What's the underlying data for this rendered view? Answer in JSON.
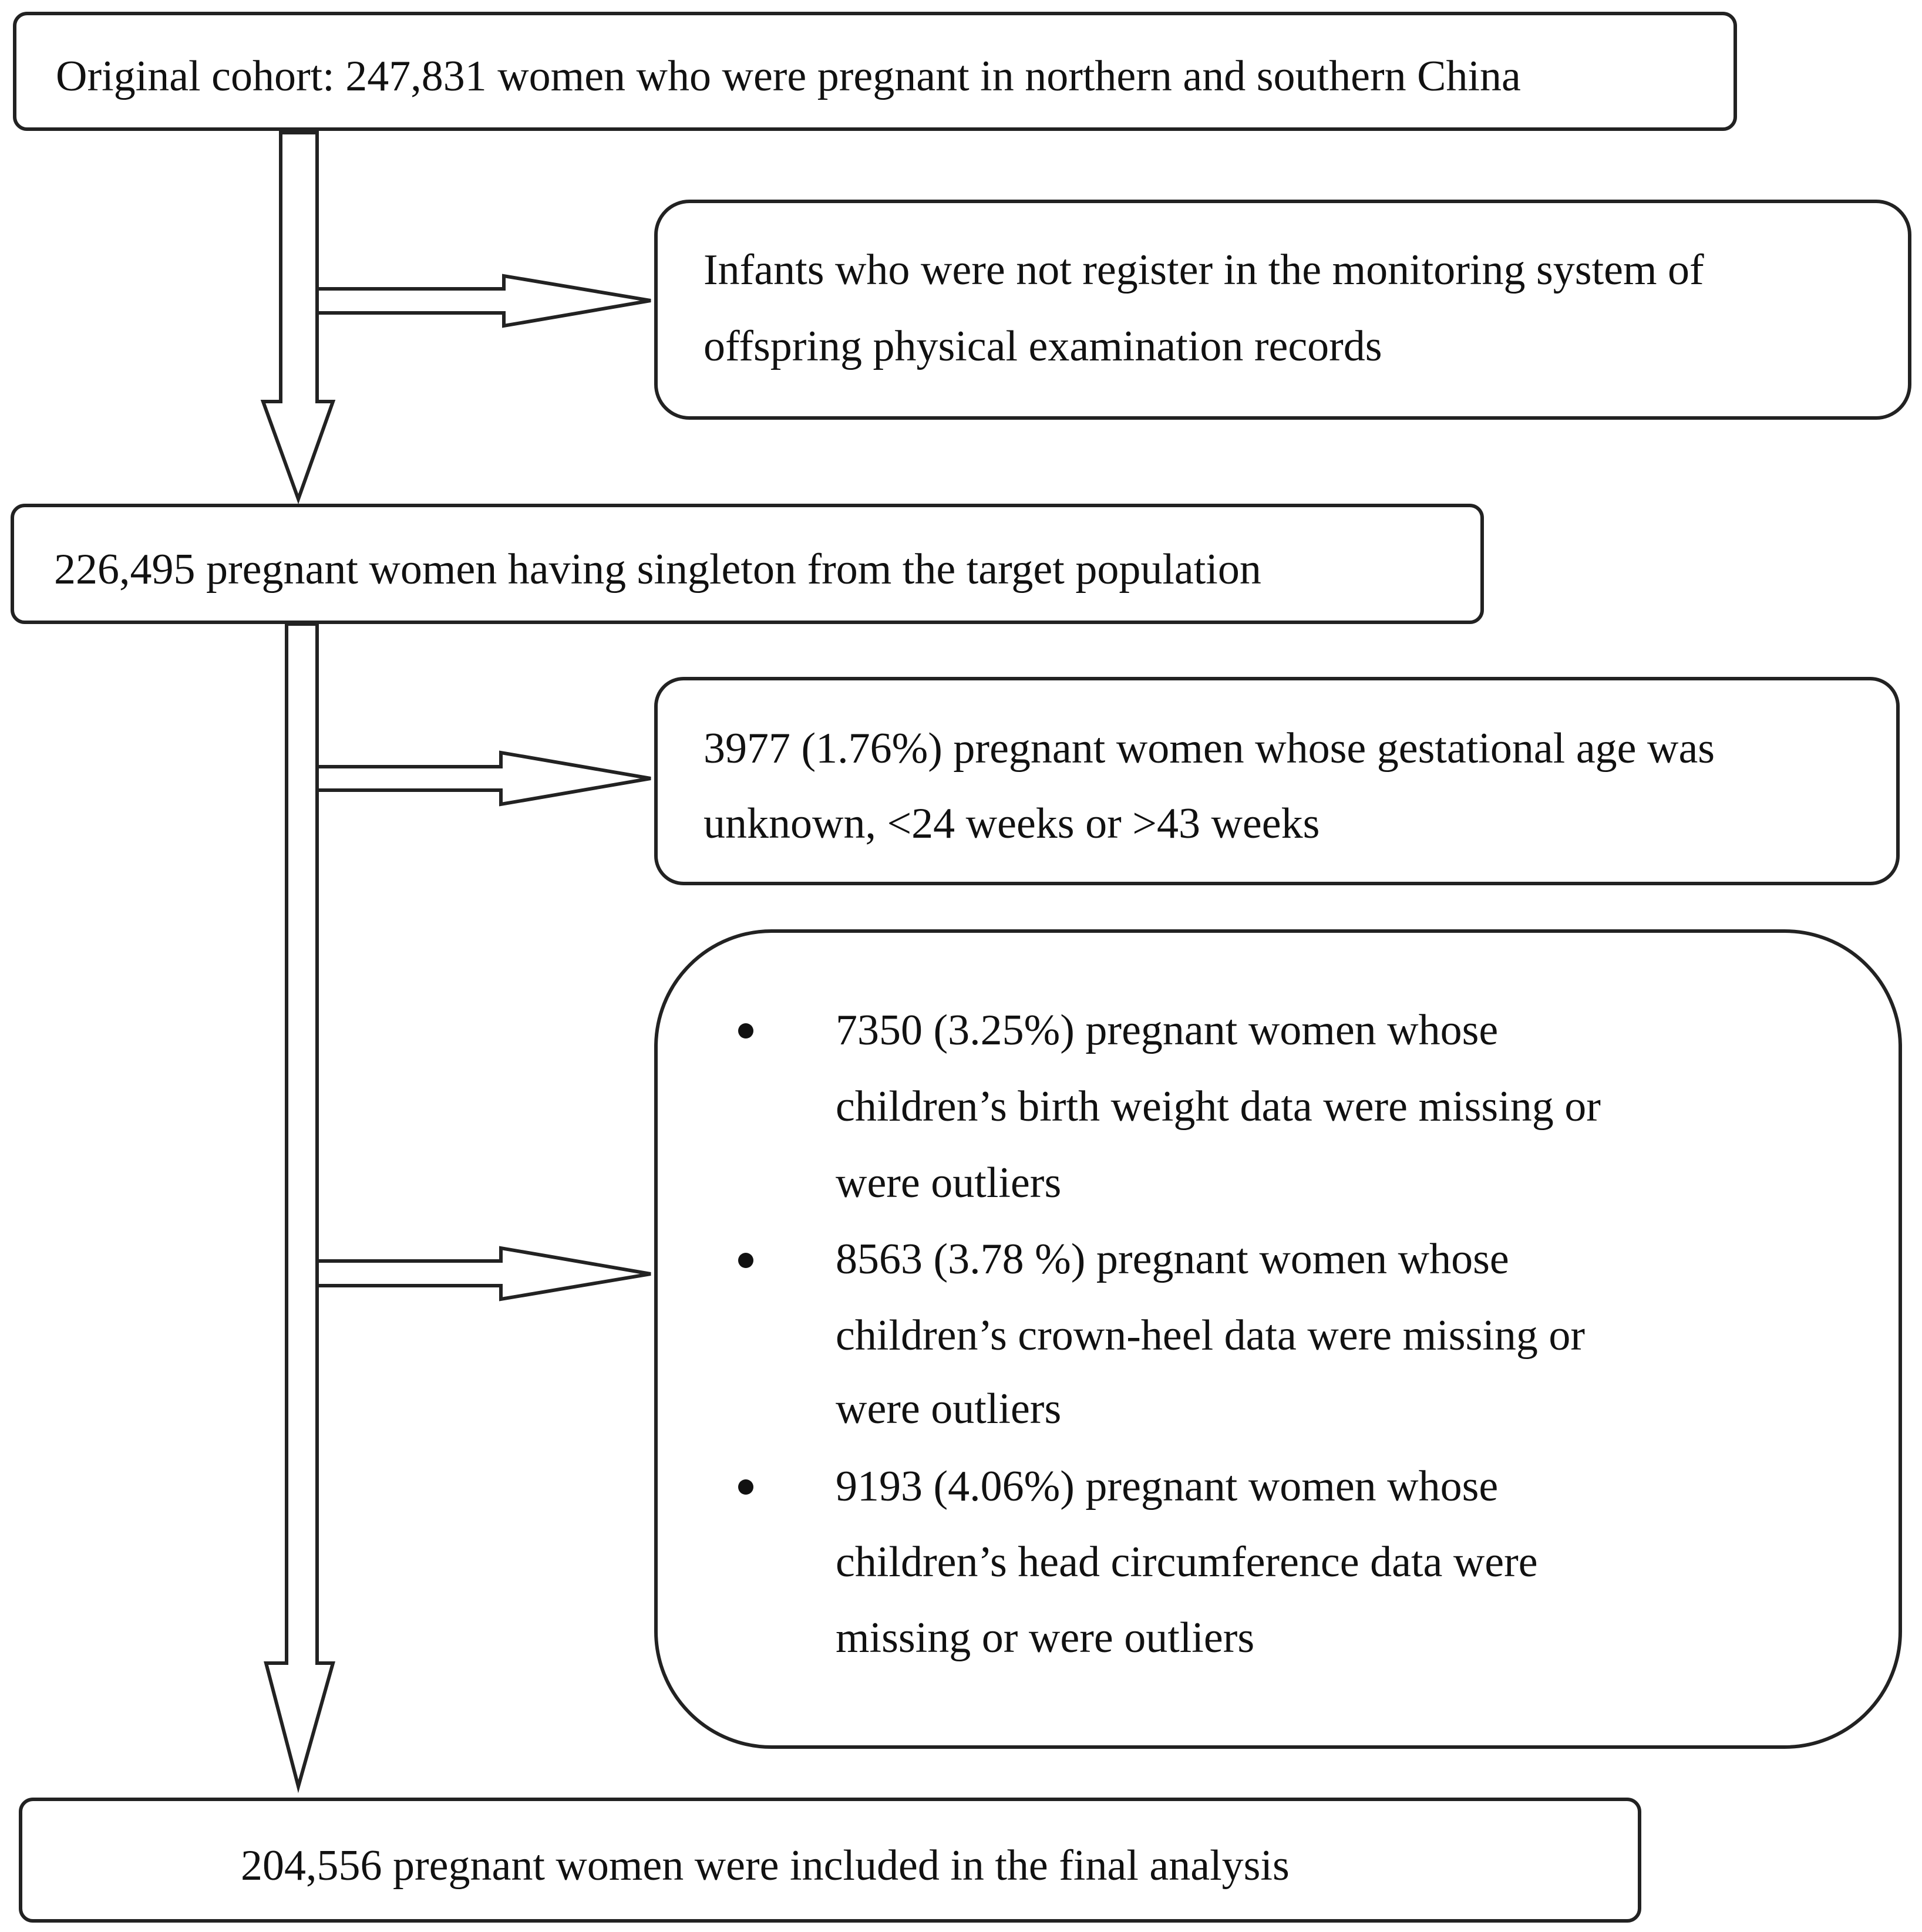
{
  "boxes": {
    "original_cohort": "Original cohort: 247,831 women who were pregnant in northern and southern China",
    "excluded_unregistered": {
      "line1": "Infants who were not register in the monitoring system of",
      "line2": "offspring physical examination records"
    },
    "singleton": "226,495 pregnant women having singleton from the target population",
    "excluded_gestational": {
      "line1": "3977 (1.76%) pregnant women whose gestational age was",
      "line2": "unknown, <24 weeks or >43 weeks"
    },
    "excluded_measurements": [
      {
        "line1": "7350 (3.25%) pregnant women whose",
        "line2": "children’s birth weight data were missing or",
        "line3": "were outliers"
      },
      {
        "line1": "8563 (3.78 %) pregnant women whose",
        "line2": "children’s crown-heel data were missing or",
        "line3": "were outliers"
      },
      {
        "line1": "9193 (4.06%) pregnant women whose",
        "line2": "children’s head circumference data were",
        "line3": "missing or were outliers"
      }
    ],
    "final": "204,556 pregnant women were included in the final analysis"
  }
}
